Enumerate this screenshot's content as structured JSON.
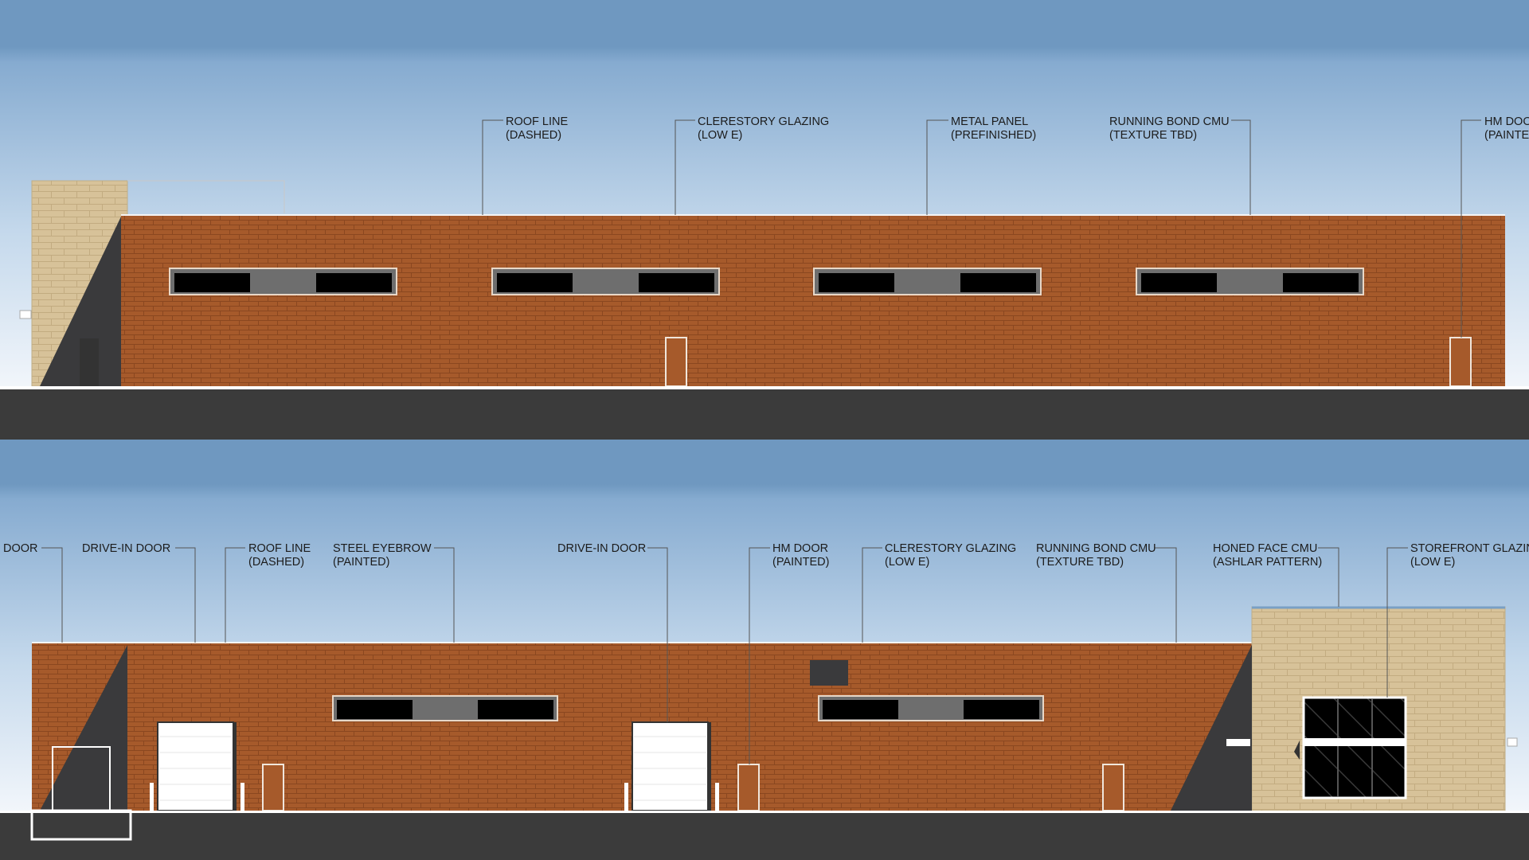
{
  "elevation_top": {
    "callouts": [
      {
        "line1": "ROOF LINE",
        "line2": "(DASHED)"
      },
      {
        "line1": "CLERESTORY GLAZING",
        "line2": "(LOW E)"
      },
      {
        "line1": "METAL PANEL",
        "line2": "(PREFINISHED)"
      },
      {
        "line1": "RUNNING BOND CMU",
        "line2": "(TEXTURE TBD)"
      },
      {
        "line1": "HM DOOR",
        "line2": "(PAINTED)"
      }
    ]
  },
  "elevation_bottom": {
    "callouts": [
      {
        "line1": "DOOR",
        "line2": ""
      },
      {
        "line1": "DRIVE-IN DOOR",
        "line2": ""
      },
      {
        "line1": "ROOF LINE",
        "line2": "(DASHED)"
      },
      {
        "line1": "STEEL EYEBROW",
        "line2": "(PAINTED)"
      },
      {
        "line1": "DRIVE-IN DOOR",
        "line2": ""
      },
      {
        "line1": "HM DOOR",
        "line2": "(PAINTED)"
      },
      {
        "line1": "CLERESTORY GLAZING",
        "line2": "(LOW E)"
      },
      {
        "line1": "RUNNING BOND CMU",
        "line2": "(TEXTURE TBD)"
      },
      {
        "line1": "HONED FACE CMU",
        "line2": "(ASHLAR PATTERN)"
      },
      {
        "line1": "STOREFRONT GLAZING",
        "line2": "(LOW E)"
      }
    ]
  },
  "colors": {
    "sky_top": "#6f98c0",
    "sky_bottom": "#eef4fa",
    "brick": "#a65a2b",
    "brick_mortar": "#8a4720",
    "cmu": "#d7c299",
    "ground": "#3b3b3b",
    "shadow": "#3a3a3c",
    "glass": "#000000",
    "metal_panel": "#6e6e6e"
  }
}
